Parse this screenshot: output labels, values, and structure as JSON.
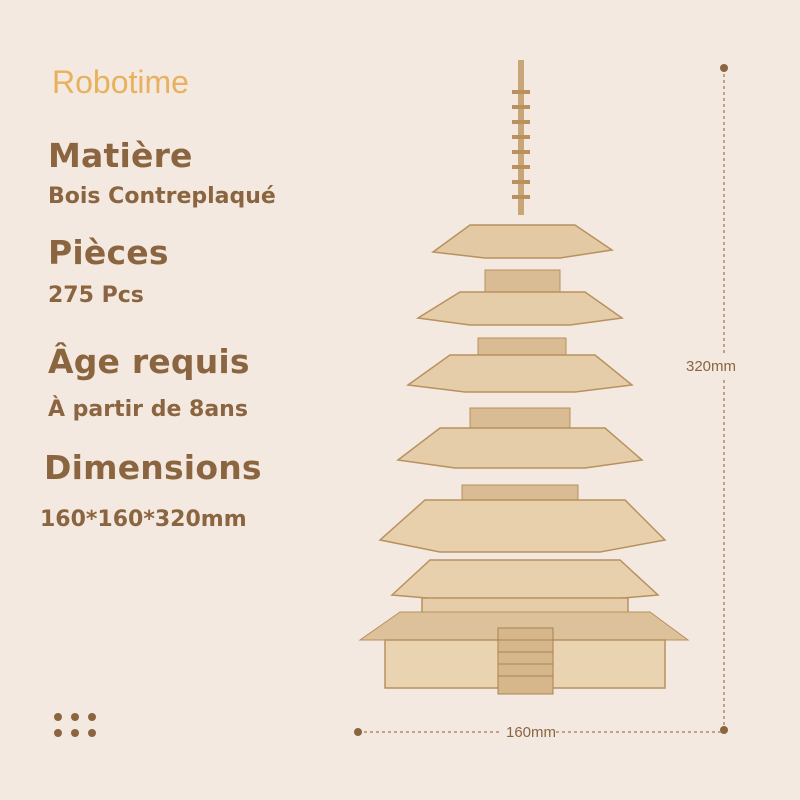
{
  "brand": "Robotime",
  "specs": {
    "material": {
      "label": "Matière",
      "value": "Bois Contreplaqué"
    },
    "pieces": {
      "label": "Pièces",
      "value": "275 Pcs"
    },
    "age": {
      "label": "Âge requis",
      "value": "À partir de 8ans"
    },
    "dimensions": {
      "label": "Dimensions",
      "value": "160*160*320mm"
    }
  },
  "measurements": {
    "height": "320mm",
    "width": "160mm"
  },
  "colors": {
    "background": "#f4e9e0",
    "brand": "#e7b15e",
    "text": "#8a6540",
    "wood": "#e3c9a4"
  }
}
